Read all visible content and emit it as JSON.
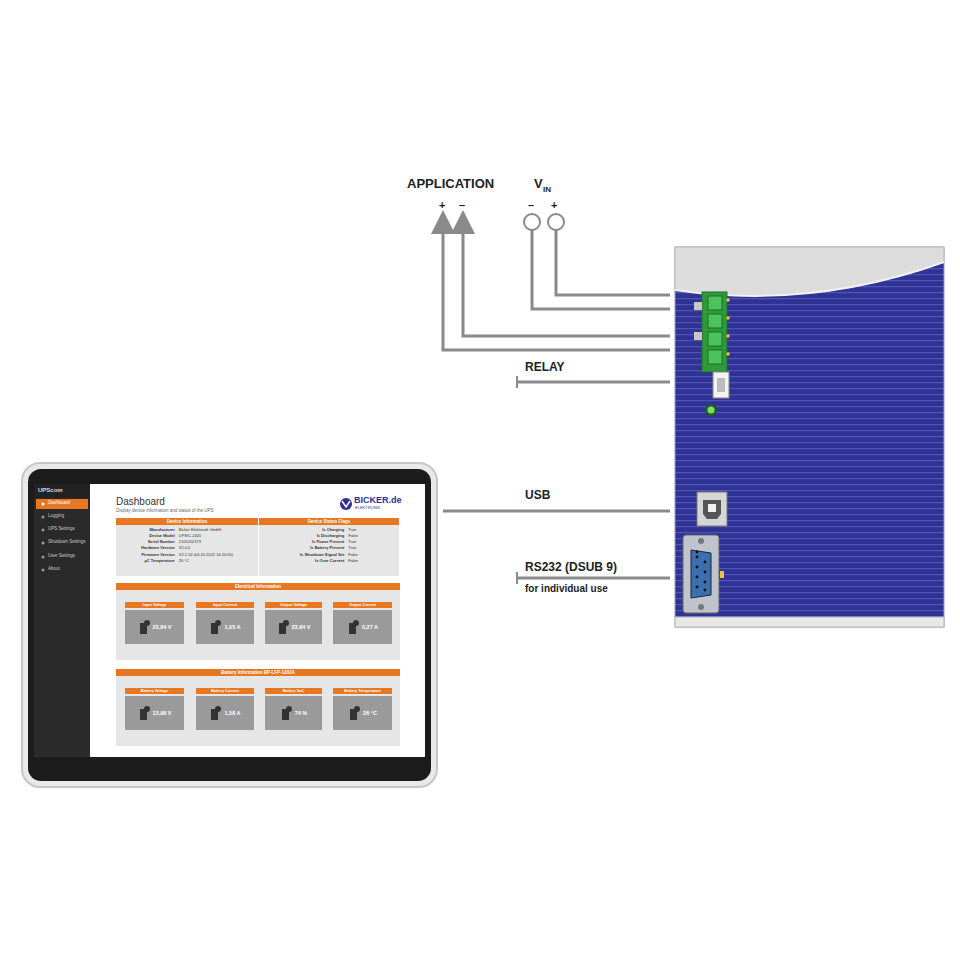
{
  "diagram": {
    "nodes": [
      {
        "text": [
          "Device Information",
          "Manufacturer",
          "Bicker Elektronik GmbH",
          "Device Model",
          "UPSIC-2405",
          "Serial Number",
          "2105202373",
          "Hardware Version",
          "V2.0.0",
          "Firmware Version",
          "V2.1.10 (04.10.2022 14:20:00)",
          "µC Temperature",
          "26 °C"
        ]
      },
      {
        "text": [
          "Device Status Flags",
          "Is Charging",
          "True",
          "Is Discharging",
          "False",
          "Is Power Present",
          "True",
          "Is Battery Present",
          "True",
          "Is Shutdown Signal Set",
          "False",
          "Is Over Current",
          "False"
        ]
      },
      {
        "text": [
          "Electrical Information"
        ]
      },
      {
        "text": [
          "Input Voltage",
          "23,84 V"
        ],
        "in": 2
      },
      {
        "text": [
          "Input Current",
          "1,05 A"
        ],
        "in": 2
      },
      {
        "text": [
          "Output Voltage",
          "23,84 V"
        ],
        "in": 2
      },
      {
        "text": [
          "Output Current",
          "0,27 A"
        ],
        "in": 2
      },
      {
        "text": [
          "Battery Information BP-LFP-1202A"
        ]
      },
      {
        "text": [
          "Battery Voltage",
          "13,98 V"
        ],
        "in": 7
      },
      {
        "text": [
          "Battery Current",
          "1,58 A"
        ],
        "in": 7
      },
      {
        "text": [
          "Battery SoC",
          "74 %"
        ],
        "in": 7
      },
      {
        "text": [
          "Battery Temperature",
          "26 °C"
        ],
        "in": 7
      }
    ],
    "labels": [
      "APPLICATION",
      "+",
      "–",
      "V",
      "IN",
      "–",
      "+",
      "RELAY",
      "USB",
      "RS232 (DSUB 9)",
      "for individual use",
      "UPScom",
      "Dashboard",
      "Logging",
      "UPS Settings",
      "Shutdown Settings",
      "User Settings",
      "About",
      "Dashboard",
      "Display device information and status of the UPS",
      "BICKER.de",
      "ELEKTRONIK"
    ]
  }
}
